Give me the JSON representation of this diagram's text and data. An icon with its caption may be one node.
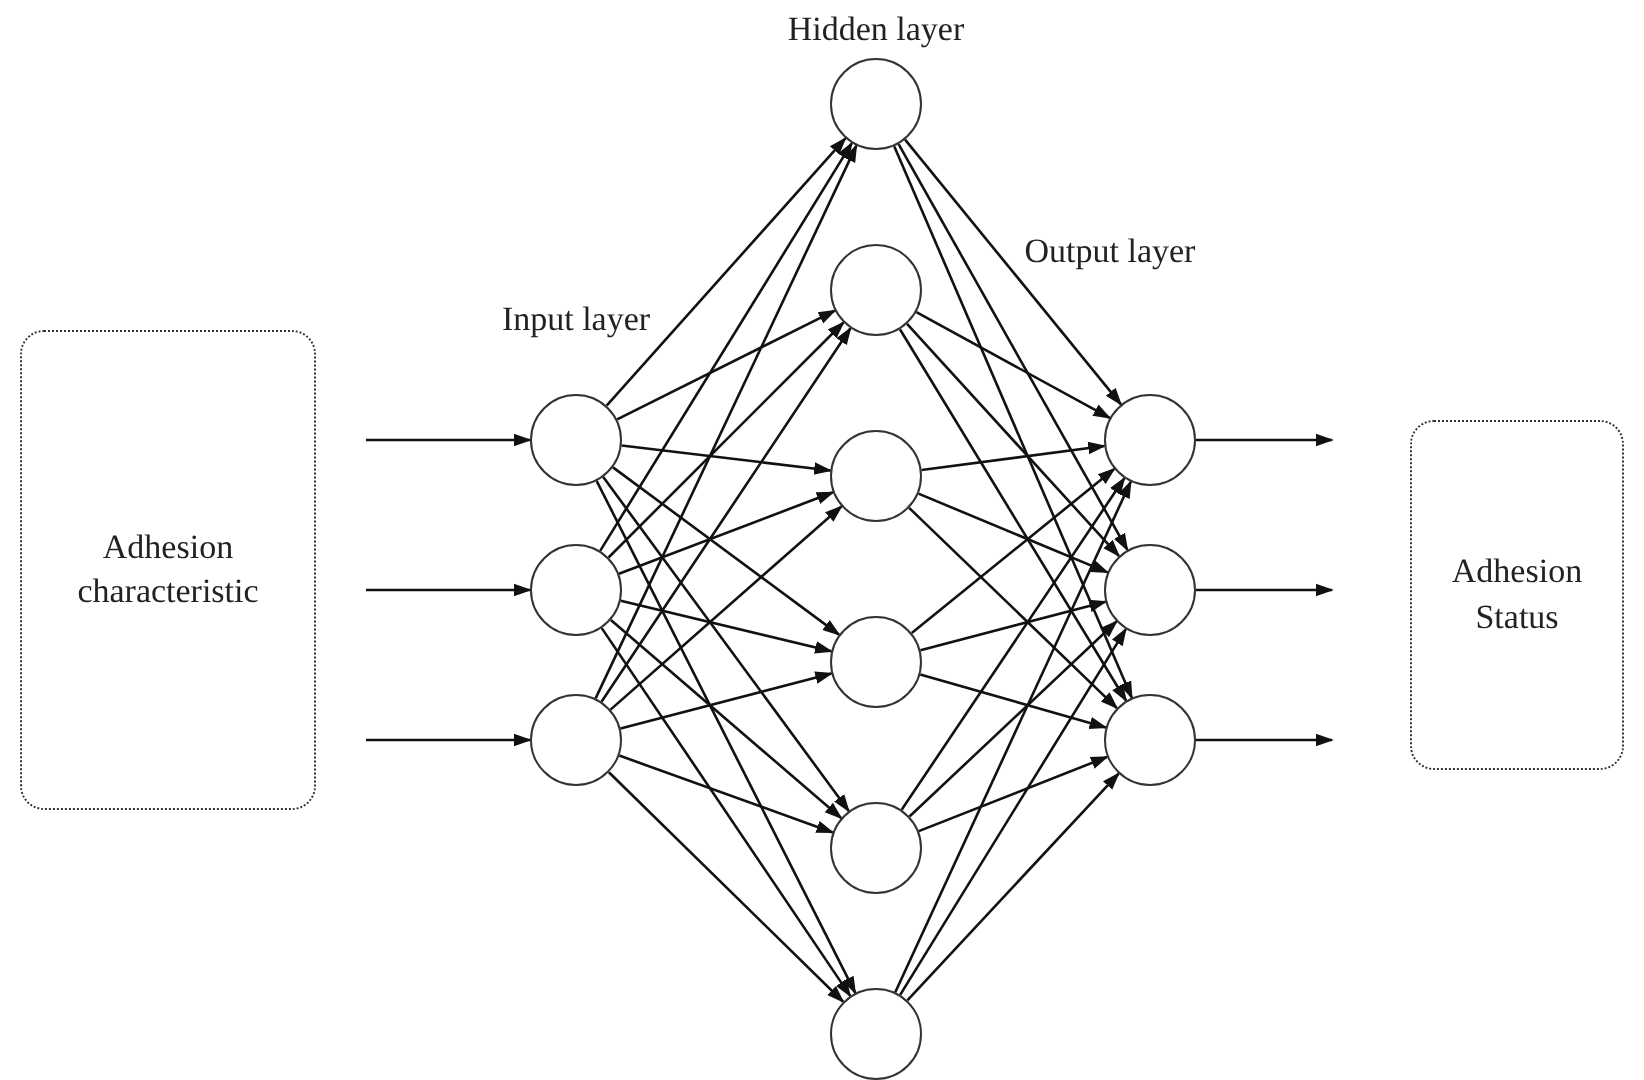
{
  "diagram": {
    "nodes": [
      {
        "text": [
          "Adhesion characteristic"
        ]
      },
      {
        "text": [],
        "shape": "circle"
      },
      {
        "text": [],
        "shape": "circle"
      },
      {
        "text": [],
        "shape": "circle"
      },
      {
        "text": [],
        "shape": "circle"
      },
      {
        "text": [],
        "shape": "circle"
      },
      {
        "text": [],
        "shape": "circle"
      },
      {
        "text": [],
        "shape": "circle"
      },
      {
        "text": [],
        "shape": "circle"
      },
      {
        "text": [],
        "shape": "circle"
      },
      {
        "text": [],
        "shape": "circle"
      },
      {
        "text": [],
        "shape": "circle"
      },
      {
        "text": [],
        "shape": "circle"
      },
      {
        "text": [
          "Adhesion Status"
        ]
      }
    ],
    "edges": [
      {
        "from": null,
        "to": 1,
        "arrow": "to"
      },
      {
        "from": null,
        "to": 2,
        "arrow": "to"
      },
      {
        "from": null,
        "to": 3,
        "arrow": "to"
      },
      {
        "from": 1,
        "to": 4,
        "arrow": "to"
      },
      {
        "from": 1,
        "to": 5,
        "arrow": "to"
      },
      {
        "from": 1,
        "to": 6,
        "arrow": "to"
      },
      {
        "from": 1,
        "to": 7,
        "arrow": "to"
      },
      {
        "from": 1,
        "to": 8,
        "arrow": "to"
      },
      {
        "from": 1,
        "to": 9,
        "arrow": "to"
      },
      {
        "from": 2,
        "to": 4,
        "arrow": "to"
      },
      {
        "from": 2,
        "to": 5,
        "arrow": "to"
      },
      {
        "from": 2,
        "to": 6,
        "arrow": "to"
      },
      {
        "from": 2,
        "to": 7,
        "arrow": "to"
      },
      {
        "from": 2,
        "to": 8,
        "arrow": "to"
      },
      {
        "from": 2,
        "to": 9,
        "arrow": "to"
      },
      {
        "from": 3,
        "to": 4,
        "arrow": "to"
      },
      {
        "from": 3,
        "to": 5,
        "arrow": "to"
      },
      {
        "from": 3,
        "to": 6,
        "arrow": "to"
      },
      {
        "from": 3,
        "to": 7,
        "arrow": "to"
      },
      {
        "from": 3,
        "to": 8,
        "arrow": "to"
      },
      {
        "from": 3,
        "to": 9,
        "arrow": "to"
      },
      {
        "from": 4,
        "to": 10,
        "arrow": "to"
      },
      {
        "from": 4,
        "to": 11,
        "arrow": "to"
      },
      {
        "from": 4,
        "to": 12,
        "arrow": "to"
      },
      {
        "from": 5,
        "to": 10,
        "arrow": "to"
      },
      {
        "from": 5,
        "to": 11,
        "arrow": "to"
      },
      {
        "from": 5,
        "to": 12,
        "arrow": "to"
      },
      {
        "from": 6,
        "to": 10,
        "arrow": "to"
      },
      {
        "from": 6,
        "to": 11,
        "arrow": "to"
      },
      {
        "from": 6,
        "to": 12,
        "arrow": "to"
      },
      {
        "from": 7,
        "to": 10,
        "arrow": "to"
      },
      {
        "from": 7,
        "to": 11,
        "arrow": "to"
      },
      {
        "from": 7,
        "to": 12,
        "arrow": "to"
      },
      {
        "from": 8,
        "to": 10,
        "arrow": "to"
      },
      {
        "from": 8,
        "to": 11,
        "arrow": "to"
      },
      {
        "from": 8,
        "to": 12,
        "arrow": "to"
      },
      {
        "from": 9,
        "to": 10,
        "arrow": "to"
      },
      {
        "from": 9,
        "to": 11,
        "arrow": "to"
      },
      {
        "from": 9,
        "to": 12,
        "arrow": "to"
      },
      {
        "from": 10,
        "to": null,
        "arrow": "to"
      },
      {
        "from": 11,
        "to": null,
        "arrow": "to"
      },
      {
        "from": 12,
        "to": null,
        "arrow": "to"
      }
    ],
    "labels": [
      "Hidden layer",
      "Input layer",
      "Output layer"
    ]
  }
}
